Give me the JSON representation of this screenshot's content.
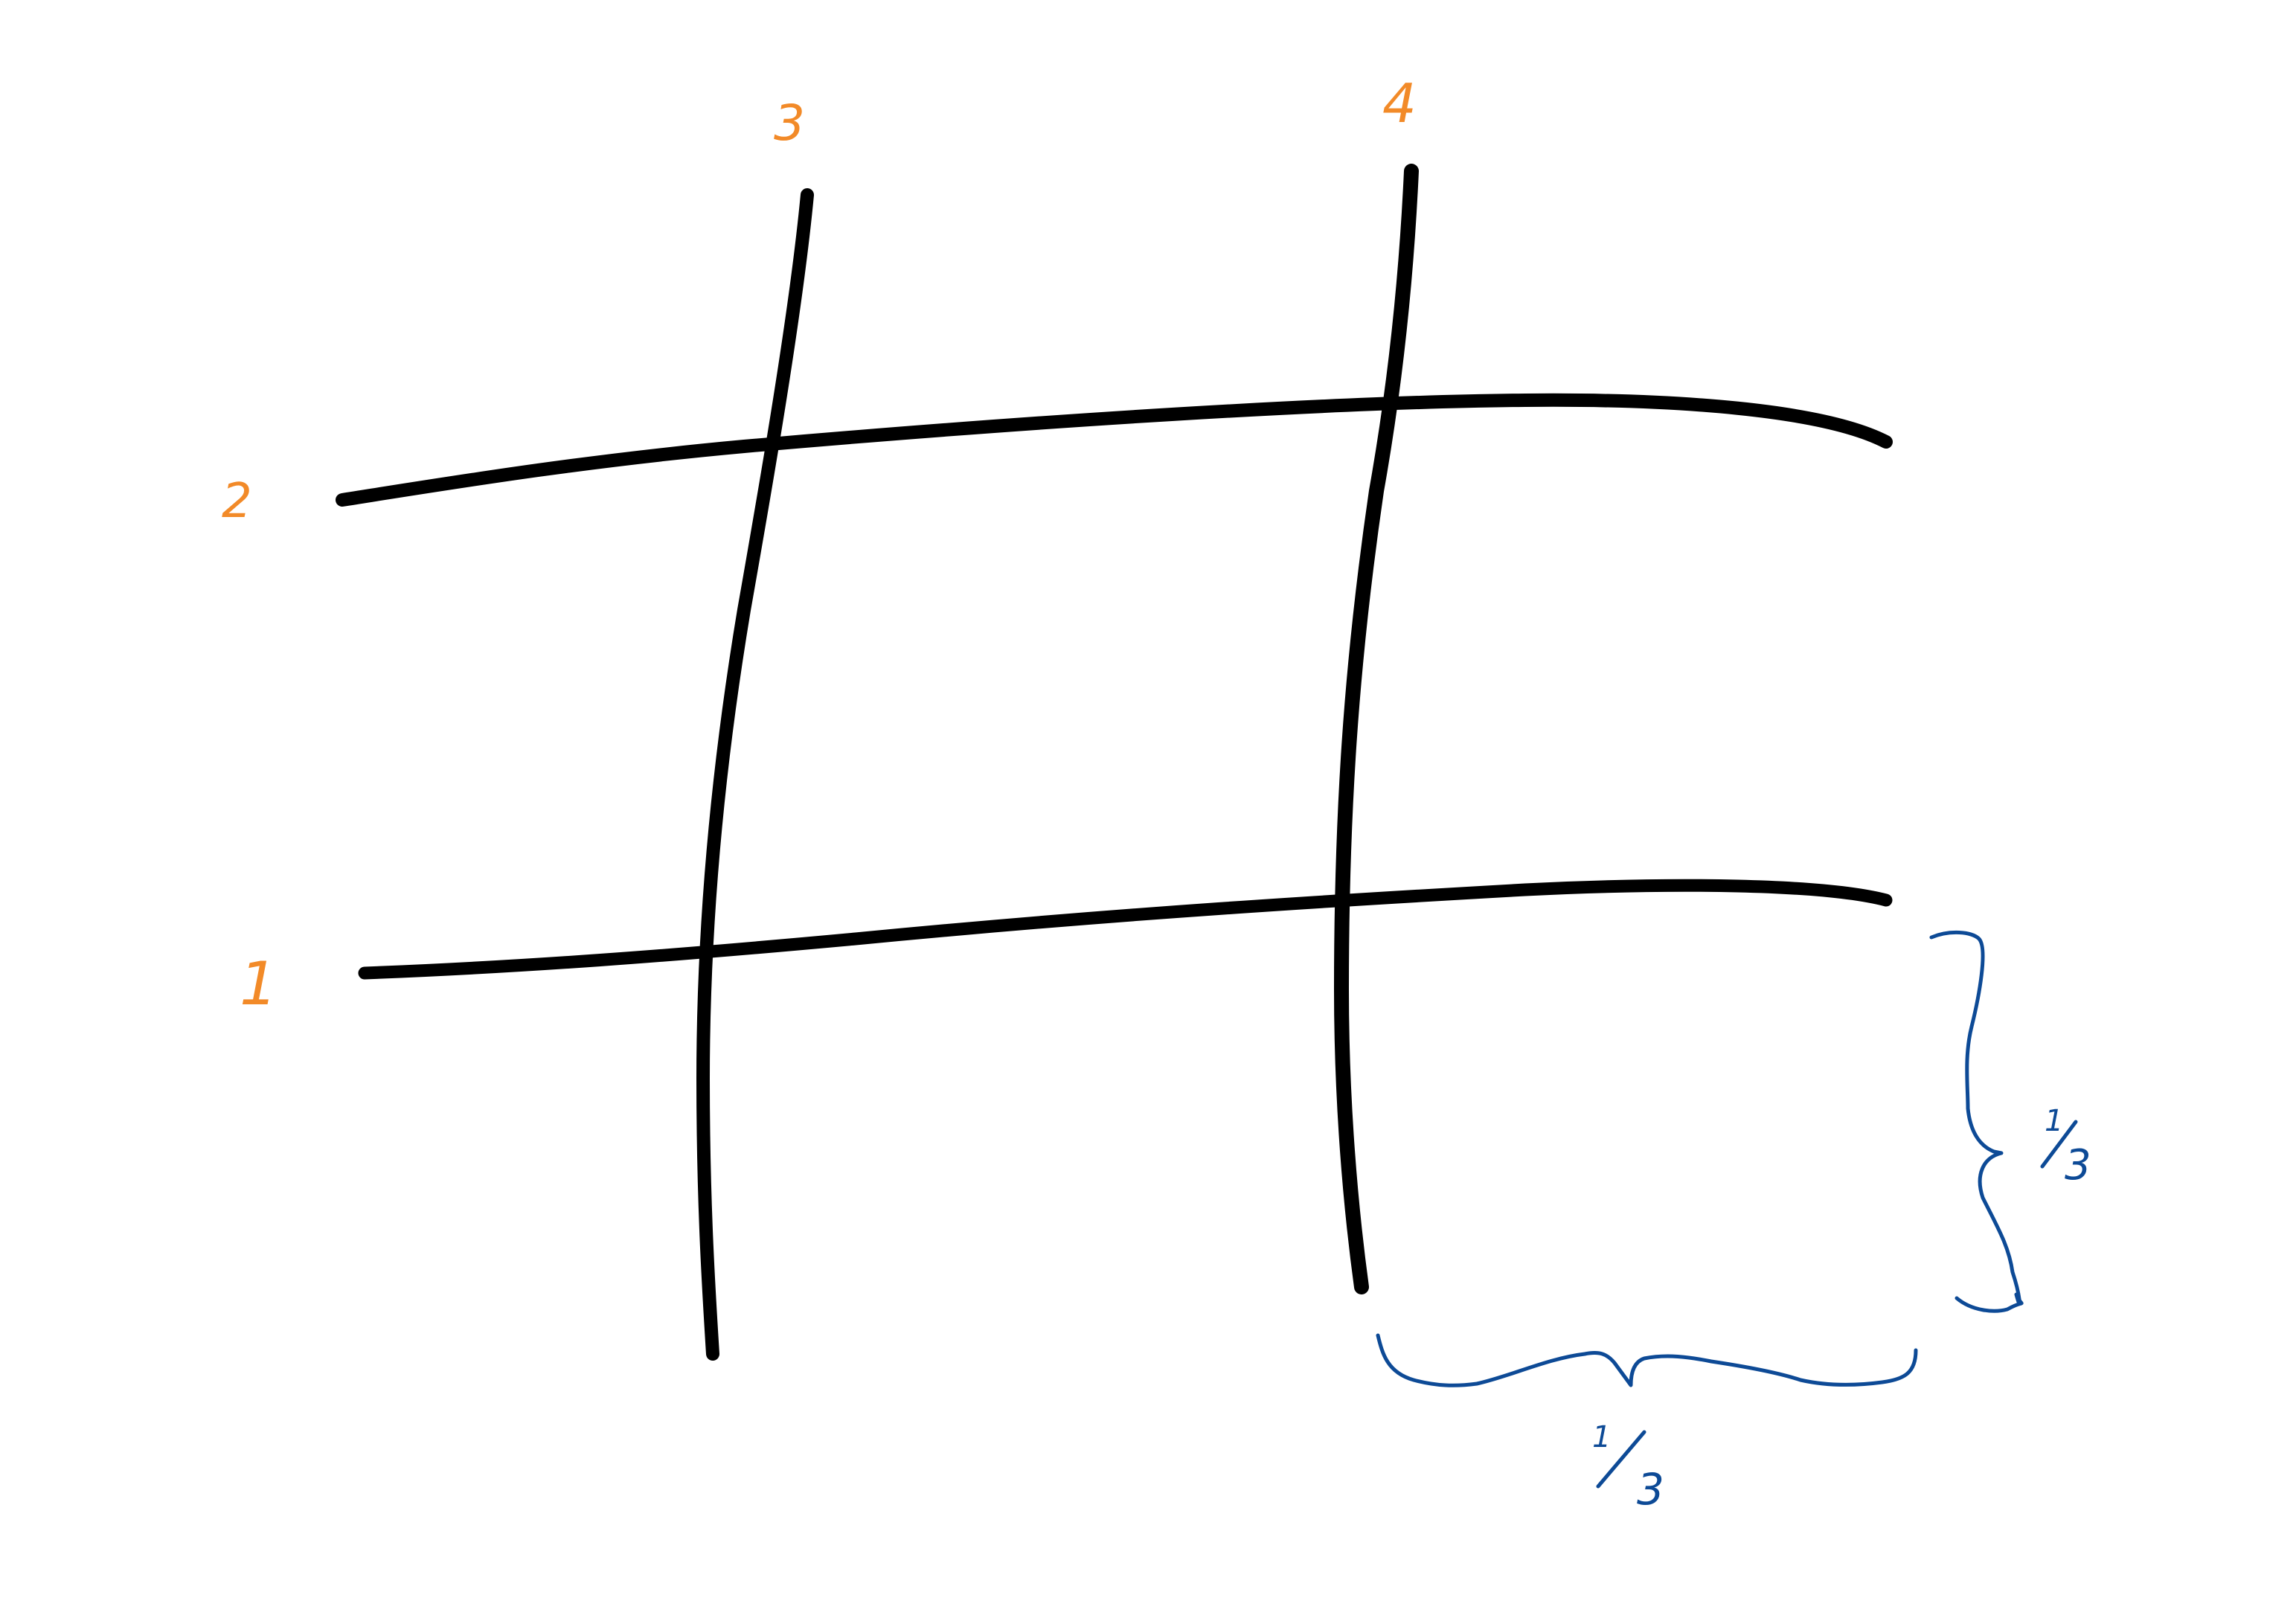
{
  "colors": {
    "line": "#000000",
    "label": "#f28a28",
    "brace": "#0d4a96",
    "background": "#ffffff"
  },
  "line_labels": {
    "line_1": "1",
    "line_2": "2",
    "line_3": "3",
    "line_4": "4"
  },
  "measurements": {
    "vertical_fraction": {
      "numerator": "1",
      "denominator": "3"
    },
    "horizontal_fraction": {
      "numerator": "1",
      "denominator": "3"
    }
  }
}
